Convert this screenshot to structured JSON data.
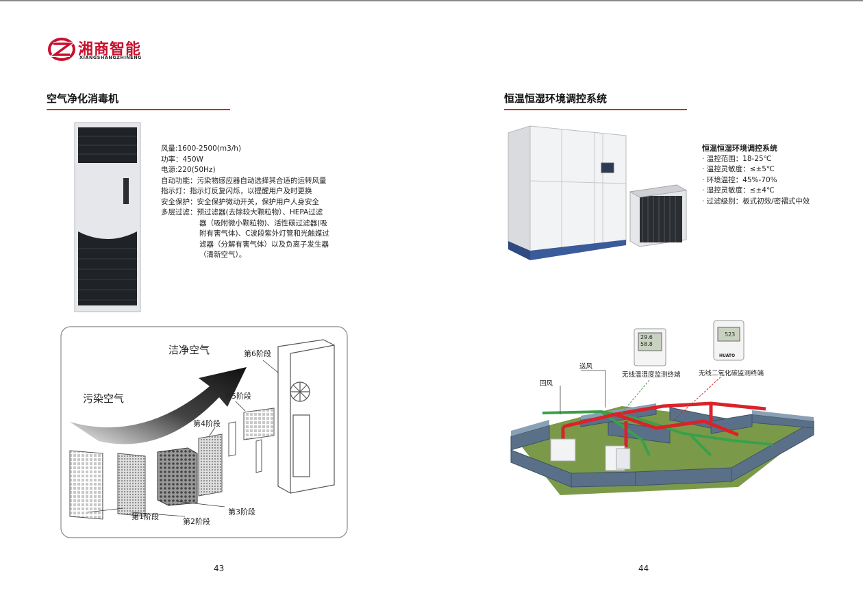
{
  "brand": {
    "name": "湘商智能",
    "sub": "XIANGSHANGZHINENG"
  },
  "left": {
    "title": "空气净化消毒机",
    "specs": [
      "风量:1600-2500(m3/h)",
      "功率：450W",
      "电源:220(50Hz)",
      "自动功能：污染物感应器自动选择其合适的运转风量",
      "指示灯：指示灯反复闪烁，以提醒用户及时更换",
      "安全保护：安全保护微动开关，保护用户人身安全",
      "多层过滤：预过滤器(去除较大颗粒物）、HEPA过滤"
    ],
    "specs_cont": [
      "器（吸附微小颗粒物)、活性碳过滤器(吸",
      "附有害气体)、C波段紫外灯管和光触媒过",
      "滤器（分解有害气体）以及负离子发生器",
      "（清新空气）。"
    ],
    "diagram": {
      "clean_air": "洁净空气",
      "polluted_air": "污染空气",
      "stages": [
        "第1阶段",
        "第2阶段",
        "第3阶段",
        "第4阶段",
        "第5阶段",
        "第6阶段"
      ]
    },
    "page": "43"
  },
  "right": {
    "title": "恒温恒湿环境调控系统",
    "spec_title": "恒温恒湿环境调控系统",
    "specs": [
      "· 温控范围：18-25℃",
      "· 温控灵敏度：≤±5℃",
      "· 环境温控：45%-70%",
      "· 湿控灵敏度：≤±4℃",
      "· 过滤级别：板式初效/密褶式中效"
    ],
    "diagram": {
      "supply_air": "送风",
      "return_air": "回风",
      "terminal_1": "无线温湿度监测终端",
      "terminal_2": "无线二氧化碳监测终端",
      "display_1a": "29.6",
      "display_1b": "58.8",
      "display_2": "523",
      "device_brand": "HUATO"
    },
    "page": "44"
  },
  "colors": {
    "brand_red": "#c8102e",
    "rule_red": "#e0261f"
  }
}
